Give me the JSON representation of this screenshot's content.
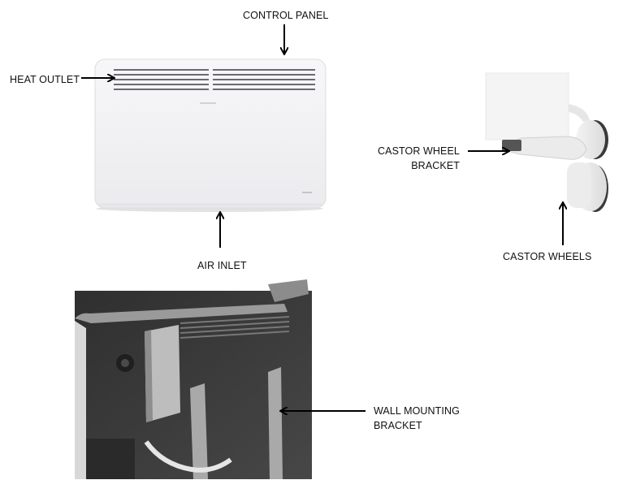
{
  "labels": {
    "control_panel": "CONTROL PANEL",
    "heat_outlet": "HEAT OUTLET",
    "air_inlet": "AIR INLET",
    "castor_wheel_bracket_line1": "CASTOR WHEEL",
    "castor_wheel_bracket_line2": "BRACKET",
    "castor_wheels": "CASTOR WHEELS",
    "wall_mounting_bracket_line1": "WALL MOUNTING",
    "wall_mounting_bracket_line2": "BRACKET"
  },
  "colors": {
    "text": "#111111",
    "arrow": "#000000",
    "heater_body": "#f1f1f3",
    "rear_panel": "#3c3c3c"
  }
}
